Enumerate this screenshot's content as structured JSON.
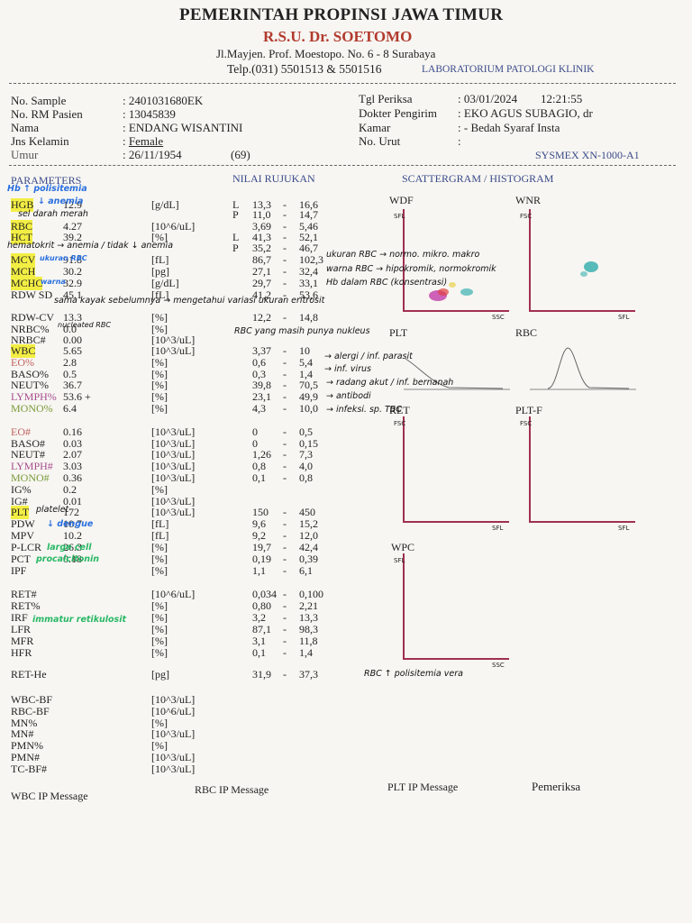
{
  "header": {
    "gov": "PEMERINTAH PROPINSI JAWA TIMUR",
    "hospital": "R.S.U. Dr. SOETOMO",
    "address": "Jl.Mayjen. Prof. Moestopo. No. 6 - 8 Surabaya",
    "phone": "Telp.(031) 5501513 & 5501516",
    "lab": "LABORATORIUM PATOLOGI KLINIK"
  },
  "patient": {
    "sample_label": "No. Sample",
    "sample": "2401031680EK",
    "rm_label": "No. RM Pasien",
    "rm": "13045839",
    "name_label": "Nama",
    "name": "ENDANG WISANTINI",
    "sex_label": "Jns Kelamin",
    "sex": "Female",
    "dob_label": "Umur",
    "dob": "26/11/1954",
    "age": "(69)",
    "date_label": "Tgl Periksa",
    "date": "03/01/2024",
    "time": "12:21:55",
    "doctor_label": "Dokter Pengirim",
    "doctor": "EKO AGUS SUBAGIO, dr",
    "room_label": "Kamar",
    "room": "- Bedah Syaraf Insta",
    "urut_label": "No. Urut",
    "device": "SYSMEX XN-1000-A1"
  },
  "sections": {
    "params": "PARAMETERS",
    "ref": "NILAI RUJUKAN",
    "scatter": "SCATTERGRAM / HISTOGRAM"
  },
  "rows": [
    {
      "p": "HGB",
      "v": "12.9",
      "u": "[g/dL]",
      "f": "L",
      "lo": "13,3",
      "hi": "16,6"
    },
    {
      "p": "",
      "v": "",
      "u": "",
      "f": "P",
      "lo": "11,0",
      "hi": "14,7"
    },
    {
      "p": "RBC",
      "v": "4.27",
      "u": "[10^6/uL]",
      "f": "",
      "lo": "3,69",
      "hi": "5,46"
    },
    {
      "p": "HCT",
      "v": "39.2",
      "u": "[%]",
      "f": "L",
      "lo": "41,3",
      "hi": "52,1"
    },
    {
      "p": "",
      "v": "",
      "u": "",
      "f": "P",
      "lo": "35,2",
      "hi": "46,7"
    },
    {
      "p": "MCV",
      "v": "91.8",
      "u": "[fL]",
      "f": "",
      "lo": "86,7",
      "hi": "102,3"
    },
    {
      "p": "MCH",
      "v": "30.2",
      "u": "[pg]",
      "f": "",
      "lo": "27,1",
      "hi": "32,4"
    },
    {
      "p": "MCHC",
      "v": "32.9",
      "u": "[g/dL]",
      "f": "",
      "lo": "29,7",
      "hi": "33,1"
    },
    {
      "p": "RDW SD",
      "v": "45.1",
      "u": "[fL]",
      "f": "",
      "lo": "41,2",
      "hi": "53,6"
    },
    {
      "p": "RDW-CV",
      "v": "13.3",
      "u": "[%]",
      "f": "",
      "lo": "12,2",
      "hi": "14,8"
    },
    {
      "p": "NRBC%",
      "v": "0.0",
      "u": "[%]",
      "f": "",
      "lo": "",
      "hi": ""
    },
    {
      "p": "NRBC#",
      "v": "0.00",
      "u": "[10^3/uL]",
      "f": "",
      "lo": "",
      "hi": ""
    },
    {
      "p": "WBC",
      "v": "5.65",
      "u": "[10^3/uL]",
      "f": "",
      "lo": "3,37",
      "hi": "10"
    },
    {
      "p": "EO%",
      "v": "2.8",
      "u": "[%]",
      "f": "",
      "lo": "0,6",
      "hi": "5,4"
    },
    {
      "p": "BASO%",
      "v": "0.5",
      "u": "[%]",
      "f": "",
      "lo": "0,3",
      "hi": "1,4"
    },
    {
      "p": "NEUT%",
      "v": "36.7",
      "u": "[%]",
      "f": "",
      "lo": "39,8",
      "hi": "70,5"
    },
    {
      "p": "LYMPH%",
      "v": "53.6 +",
      "u": "[%]",
      "f": "",
      "lo": "23,1",
      "hi": "49,9"
    },
    {
      "p": "MONO%",
      "v": "6.4",
      "u": "[%]",
      "f": "",
      "lo": "4,3",
      "hi": "10,0"
    },
    {
      "p": "EO#",
      "v": "0.16",
      "u": "[10^3/uL]",
      "f": "",
      "lo": "0",
      "hi": "0,5"
    },
    {
      "p": "BASO#",
      "v": "0.03",
      "u": "[10^3/uL]",
      "f": "",
      "lo": "0",
      "hi": "0,15"
    },
    {
      "p": "NEUT#",
      "v": "2.07",
      "u": "[10^3/uL]",
      "f": "",
      "lo": "1,26",
      "hi": "7,3"
    },
    {
      "p": "LYMPH#",
      "v": "3.03",
      "u": "[10^3/uL]",
      "f": "",
      "lo": "0,8",
      "hi": "4,0"
    },
    {
      "p": "MONO#",
      "v": "0.36",
      "u": "[10^3/uL]",
      "f": "",
      "lo": "0,1",
      "hi": "0,8"
    },
    {
      "p": "IG%",
      "v": "0.2",
      "u": "[%]",
      "f": "",
      "lo": "",
      "hi": ""
    },
    {
      "p": "IG#",
      "v": "0.01",
      "u": "[10^3/uL]",
      "f": "",
      "lo": "",
      "hi": ""
    },
    {
      "p": "PLT",
      "v": "172",
      "u": "[10^3/uL]",
      "f": "",
      "lo": "150",
      "hi": "450"
    },
    {
      "p": "PDW",
      "v": "10.7",
      "u": "[fL]",
      "f": "",
      "lo": "9,6",
      "hi": "15,2"
    },
    {
      "p": "MPV",
      "v": "10.2",
      "u": "[fL]",
      "f": "",
      "lo": "9,2",
      "hi": "12,0"
    },
    {
      "p": "P-LCR",
      "v": "26.3",
      "u": "[%]",
      "f": "",
      "lo": "19,7",
      "hi": "42,4"
    },
    {
      "p": "PCT",
      "v": "0.18",
      "u": "[%]",
      "f": "",
      "lo": "0,19",
      "hi": "0,39"
    },
    {
      "p": "IPF",
      "v": "",
      "u": "[%]",
      "f": "",
      "lo": "1,1",
      "hi": "6,1"
    },
    {
      "p": "RET#",
      "v": "",
      "u": "[10^6/uL]",
      "f": "",
      "lo": "0,034",
      "hi": "0,100"
    },
    {
      "p": "RET%",
      "v": "",
      "u": "[%]",
      "f": "",
      "lo": "0,80",
      "hi": "2,21"
    },
    {
      "p": "IRF",
      "v": "",
      "u": "[%]",
      "f": "",
      "lo": "3,2",
      "hi": "13,3"
    },
    {
      "p": "LFR",
      "v": "",
      "u": "[%]",
      "f": "",
      "lo": "87,1",
      "hi": "98,3"
    },
    {
      "p": "MFR",
      "v": "",
      "u": "[%]",
      "f": "",
      "lo": "3,1",
      "hi": "11,8"
    },
    {
      "p": "HFR",
      "v": "",
      "u": "[%]",
      "f": "",
      "lo": "0,1",
      "hi": "1,4"
    },
    {
      "p": "RET-He",
      "v": "",
      "u": "[pg]",
      "f": "",
      "lo": "31,9",
      "hi": "37,3"
    },
    {
      "p": "WBC-BF",
      "v": "",
      "u": "[10^3/uL]",
      "f": "",
      "lo": "",
      "hi": ""
    },
    {
      "p": "RBC-BF",
      "v": "",
      "u": "[10^6/uL]",
      "f": "",
      "lo": "",
      "hi": ""
    },
    {
      "p": "MN%",
      "v": "",
      "u": "[%]",
      "f": "",
      "lo": "",
      "hi": ""
    },
    {
      "p": "MN#",
      "v": "",
      "u": "[10^3/uL]",
      "f": "",
      "lo": "",
      "hi": ""
    },
    {
      "p": "PMN%",
      "v": "",
      "u": "[%]",
      "f": "",
      "lo": "",
      "hi": ""
    },
    {
      "p": "PMN#",
      "v": "",
      "u": "[10^3/uL]",
      "f": "",
      "lo": "",
      "hi": ""
    },
    {
      "p": "TC-BF#",
      "v": "",
      "u": "[10^3/uL]",
      "f": "",
      "lo": "",
      "hi": ""
    }
  ],
  "plots": {
    "wdf": "WDF",
    "wnr": "WNR",
    "plt": "PLT",
    "rbc": "RBC",
    "ret": "RET",
    "pltf": "PLT-F",
    "wpc": "WPC",
    "ssc": "SSC",
    "sfl": "SFL",
    "fsc": "FSC"
  },
  "notes": {
    "hb": "Hb ↑ polisitemia",
    "hgb": "↓ anemia",
    "rbc": "sel darah merah",
    "hct": "hematokrit → anemia / tidak ↓ anemia",
    "mcv": "ukuran RBC",
    "mcv_r": "ukuran RBC → normo. mikro. makro",
    "mch_r": "warna RBC → hipokromik, normokromik",
    "mchc": "warna",
    "mchc_r": "Hb dalam RBC (konsentrasi)",
    "rdw": "sama kayak sebelumnya → mengetahui variasi ukuran eritrosit",
    "nrbc": "nucleated RBC",
    "nrbc_r": "RBC yang masih punya nukleus",
    "eo": "→ alergi / inf. parasit",
    "baso": "→ inf. virus",
    "neut": "→ radang akut / inf. bernanah",
    "lymph": "→ antibodi",
    "mono": "→ infeksi. sp. TBC",
    "plt": "platelet",
    "pdw": "↓ dengue",
    "plcr": "large cell",
    "pct": "procalcitonin",
    "irf": "immatur retikulosit",
    "rethe": "RBC ↑ polisitemia vera"
  },
  "footer": {
    "wbc": "WBC IP Message",
    "rbc": "RBC IP Message",
    "plt": "PLT IP Message",
    "pemeriksa": "Pemeriksa"
  }
}
